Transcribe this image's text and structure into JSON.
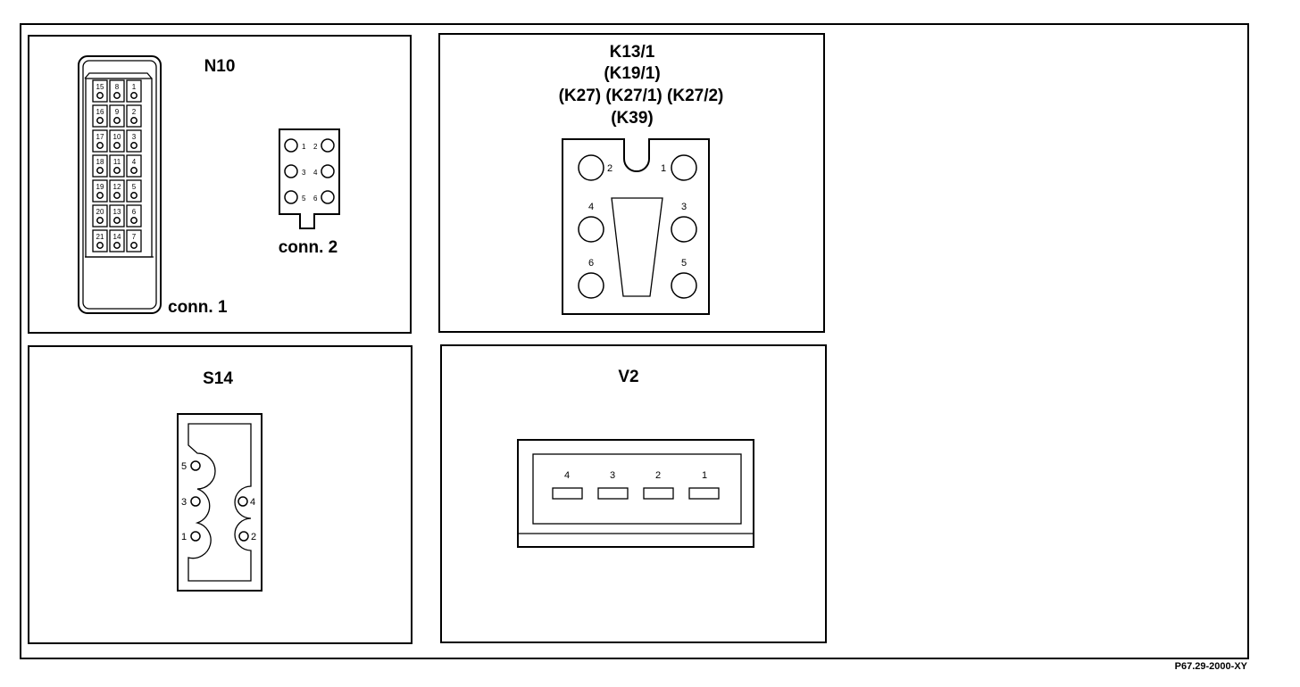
{
  "panels": {
    "n10": {
      "title": "N10",
      "conn1_label": "conn. 1",
      "conn2_label": "conn. 2",
      "conn1_pins": [
        [
          "15",
          "8",
          "1"
        ],
        [
          "16",
          "9",
          "2"
        ],
        [
          "17",
          "10",
          "3"
        ],
        [
          "18",
          "11",
          "4"
        ],
        [
          "19",
          "12",
          "5"
        ],
        [
          "20",
          "13",
          "6"
        ],
        [
          "21",
          "14",
          "7"
        ]
      ],
      "conn2_pins": [
        [
          "1",
          "2"
        ],
        [
          "3",
          "4"
        ],
        [
          "5",
          "6"
        ]
      ]
    },
    "k13": {
      "title_lines": [
        "K13/1",
        "(K19/1)",
        "(K27) (K27/1) (K27/2)",
        "(K39)"
      ],
      "pins": [
        "2",
        "1",
        "4",
        "3",
        "6",
        "5"
      ]
    },
    "s14": {
      "title": "S14",
      "pins": [
        "5",
        "3",
        "4",
        "1",
        "2"
      ]
    },
    "v2": {
      "title": "V2",
      "pins": [
        "4",
        "3",
        "2",
        "1"
      ]
    }
  },
  "reference": "P67.29-2000-XY"
}
